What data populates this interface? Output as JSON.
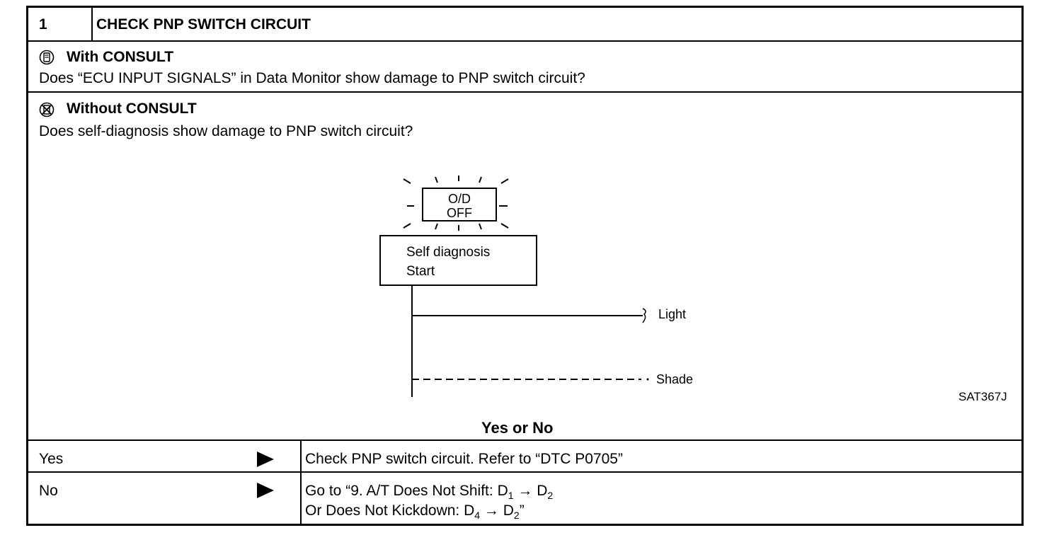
{
  "header": {
    "step_number": "1",
    "title": "CHECK PNP SWITCH CIRCUIT"
  },
  "with_consult": {
    "label": "With CONSULT",
    "question": "Does “ECU INPUT SIGNALS” in Data Monitor show damage to PNP switch circuit?",
    "icon": "consult-icon"
  },
  "without_consult": {
    "label": "Without CONSULT",
    "question": "Does self-diagnosis show damage to PNP switch circuit?",
    "icon": "no-consult-icon"
  },
  "diagram": {
    "lamp_line1": "O/D",
    "lamp_line2": "OFF",
    "box_line1": "Self  diagnosis",
    "box_line2": "Start",
    "light_label": "Light",
    "shade_label": "Shade",
    "figure_code": "SAT367J"
  },
  "decision_prompt": "Yes or No",
  "outcomes": [
    {
      "answer": "Yes",
      "action_line1": "Check PNP switch circuit. Refer to “DTC P0705”",
      "action_line2": ""
    },
    {
      "answer": "No",
      "action_line1": "Go to “9. A/T Does Not Shift: D",
      "action_line2": "Or Does Not Kickdown: D"
    }
  ],
  "subscripts": {
    "d1": "1",
    "d2": "2",
    "d4": "4",
    "arrow": "→",
    "close_quote": "”"
  }
}
